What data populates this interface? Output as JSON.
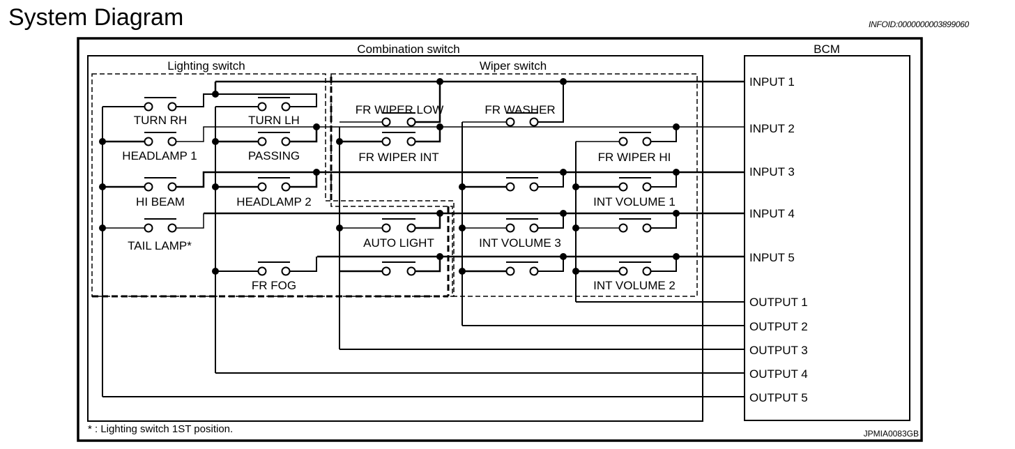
{
  "page": {
    "title": "System Diagram",
    "info_id": "INFOID:0000000003899060",
    "figure_id": "JPMIA0083GB",
    "footnote": "* : Lighting switch 1ST position."
  },
  "blocks": {
    "combination_switch": "Combination switch",
    "lighting_switch": "Lighting switch",
    "wiper_switch": "Wiper switch",
    "bcm": "BCM"
  },
  "switches": {
    "turn_rh": "TURN RH",
    "turn_lh": "TURN LH",
    "headlamp_1": "HEADLAMP 1",
    "passing": "PASSING",
    "hi_beam": "HI BEAM",
    "headlamp_2": "HEADLAMP 2",
    "tail_lamp": "TAIL LAMP*",
    "fr_fog": "FR FOG",
    "fr_wiper_low": "FR WIPER LOW",
    "fr_washer": "FR WASHER",
    "fr_wiper_int": "FR WIPER INT",
    "fr_wiper_hi": "FR WIPER HI",
    "auto_light": "AUTO LIGHT",
    "int_volume_1": "INT VOLUME 1",
    "int_volume_2": "INT VOLUME 2",
    "int_volume_3": "INT VOLUME 3"
  },
  "bcm_pins": {
    "inputs": [
      "INPUT 1",
      "INPUT 2",
      "INPUT 3",
      "INPUT 4",
      "INPUT 5"
    ],
    "outputs": [
      "OUTPUT 1",
      "OUTPUT 2",
      "OUTPUT 3",
      "OUTPUT 4",
      "OUTPUT 5"
    ]
  }
}
